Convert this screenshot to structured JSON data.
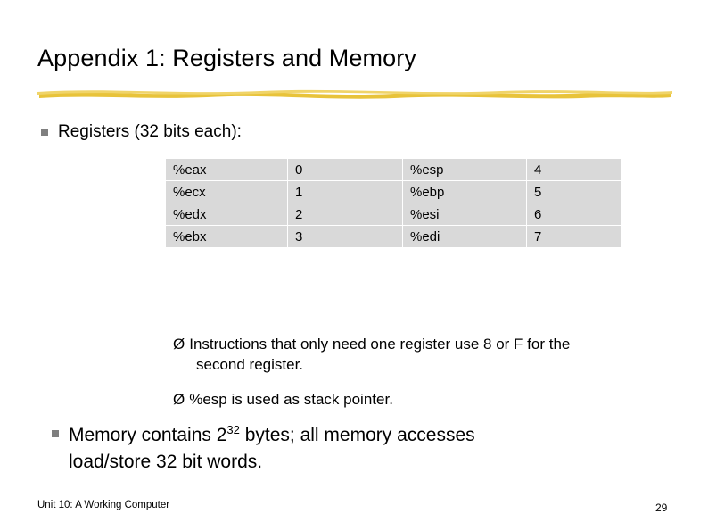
{
  "slide": {
    "title": "Appendix 1: Registers and Memory",
    "accent_color": "#e8c33a",
    "bullet_color": "#7f7f7f",
    "table_cell_color": "#d9d9d9"
  },
  "bullets": {
    "registers_heading": "Registers (32 bits each):",
    "memory_line_pre": "Memory contains 2",
    "memory_line_sup": "32",
    "memory_line_post": " bytes; all memory accesses",
    "memory_line_second": "load/store 32 bit words."
  },
  "registers_table": {
    "rows": [
      [
        "%eax",
        "0",
        "%esp",
        "4"
      ],
      [
        "%ecx",
        "1",
        "%ebp",
        "5"
      ],
      [
        "%edx",
        "2",
        "%esi",
        "6"
      ],
      [
        "%ebx",
        "3",
        "%edi",
        "7"
      ]
    ]
  },
  "notes": {
    "arrow_glyph": "Ø",
    "note1_line1": "Instructions that only need one register use 8 or F for the",
    "note1_line2": "second register.",
    "note2": "%esp is used as stack pointer."
  },
  "footer": {
    "left": "Unit 10: A Working Computer",
    "page_number": "29"
  }
}
